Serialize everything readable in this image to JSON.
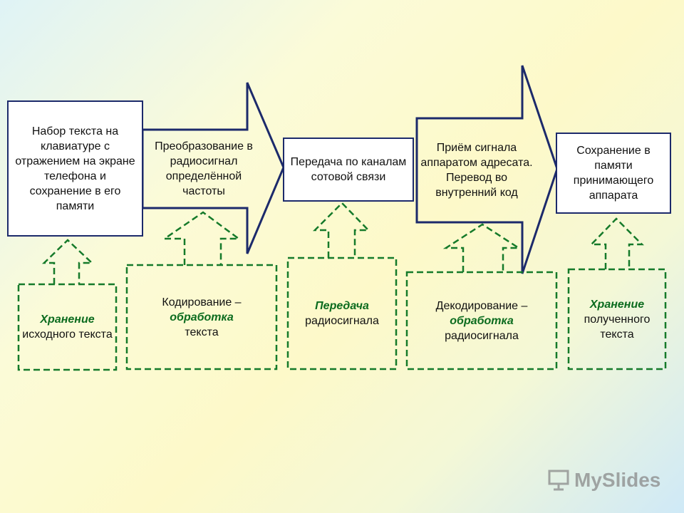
{
  "top": {
    "input": "Набор текста на клавиатуре с отражением на экране телефона и сохранение в его памяти",
    "encode": "Преобразование в радиосигнал определённой частоты",
    "transmit": "Передача по каналам сотовой связи",
    "decode": "Приём сигнала аппаратом адресата. Перевод во внутренний код",
    "store": "Сохранение в памяти принимающего аппарата"
  },
  "bottom": [
    {
      "highlight": "Хранение",
      "rest": "исходного текста"
    },
    {
      "prefix": "Кодирование –",
      "highlight": "обработка",
      "rest": "текста"
    },
    {
      "highlight": "Передача",
      "rest": "радиосигнала"
    },
    {
      "prefix": "Декодирование –",
      "highlight": "обработка",
      "rest": "радиосигнала"
    },
    {
      "highlight": "Хранение",
      "rest": "полученного текста"
    }
  ],
  "colors": {
    "navy": "#1c2a6b",
    "green": "#0b6b1e"
  },
  "watermark": {
    "text": "MySlides",
    "icon": "presentation-board-icon"
  }
}
